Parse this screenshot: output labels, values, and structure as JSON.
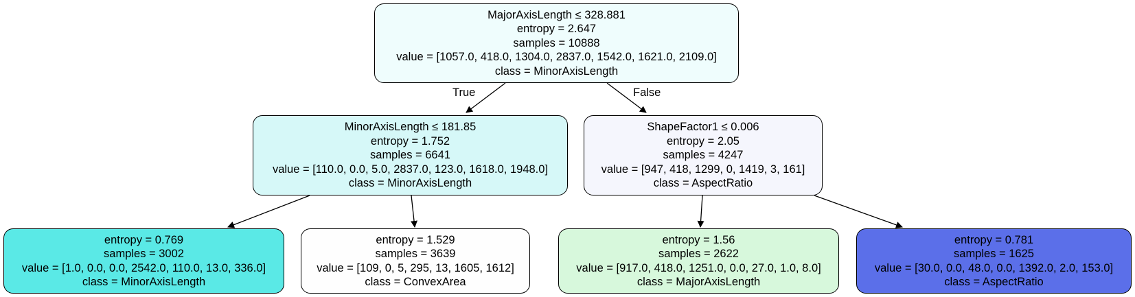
{
  "nodes": {
    "root": {
      "split": "MajorAxisLength ≤ 328.881",
      "entropy": "entropy = 2.647",
      "samples": "samples = 10888",
      "value": "value = [1057.0, 418.0, 1304.0, 2837.0, 1542.0, 1621.0, 2109.0]",
      "class": "class = MinorAxisLength",
      "fill": "#effdfd"
    },
    "left": {
      "split": "MinorAxisLength ≤ 181.85",
      "entropy": "entropy = 1.752",
      "samples": "samples = 6641",
      "value": "value = [110.0, 0.0, 5.0, 2837.0, 123.0, 1618.0, 1948.0]",
      "class": "class = MinorAxisLength",
      "fill": "#d6f8f8"
    },
    "right": {
      "split": "ShapeFactor1 ≤ 0.006",
      "entropy": "entropy = 2.05",
      "samples": "samples = 4247",
      "value": "value = [947, 418, 1299, 0, 1419, 3, 161]",
      "class": "class = AspectRatio",
      "fill": "#f5f6fd"
    },
    "ll": {
      "entropy": "entropy = 0.769",
      "samples": "samples = 3002",
      "value": "value = [1.0, 0.0, 0.0, 2542.0, 110.0, 13.0, 336.0]",
      "class": "class = MinorAxisLength",
      "fill": "#5ae9e6"
    },
    "lr": {
      "entropy": "entropy = 1.529",
      "samples": "samples = 3639",
      "value": "value = [109, 0, 5, 295, 13, 1605, 1612]",
      "class": "class = ConvexArea",
      "fill": "#fefefe"
    },
    "rl": {
      "entropy": "entropy = 1.56",
      "samples": "samples = 2622",
      "value": "value = [917.0, 418.0, 1251.0, 0.0, 27.0, 1.0, 8.0]",
      "class": "class = MajorAxisLength",
      "fill": "#d7f8dc"
    },
    "rr": {
      "entropy": "entropy = 0.781",
      "samples": "samples = 1625",
      "value": "value = [30.0, 0.0, 48.0, 0.0, 1392.0, 2.0, 153.0]",
      "class": "class = AspectRatio",
      "fill": "#5b6fe9"
    }
  },
  "edge_labels": {
    "true": "True",
    "false": "False"
  },
  "colors": {
    "edge": "#000000"
  }
}
